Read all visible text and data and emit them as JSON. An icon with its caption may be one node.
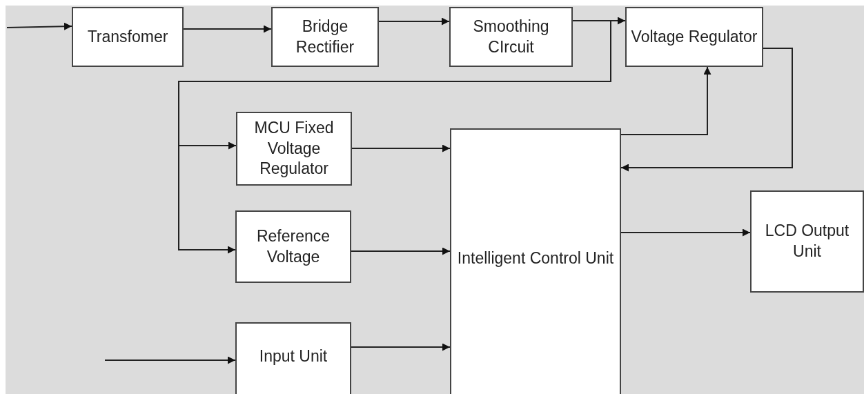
{
  "diagram": {
    "nodes": [
      {
        "text": [
          "Transfomer"
        ]
      },
      {
        "text": [
          "Bridge Rectifier"
        ]
      },
      {
        "text": [
          "Smoothing CIrcuit"
        ]
      },
      {
        "text": [
          "Voltage Regulator"
        ]
      },
      {
        "text": [
          "MCU Fixed Voltage Regulator"
        ]
      },
      {
        "text": [
          "Reference Voltage"
        ]
      },
      {
        "text": [
          "Input Unit"
        ]
      },
      {
        "text": [
          "Intelligent Control Unit"
        ]
      },
      {
        "text": [
          "LCD Output Unit"
        ]
      }
    ],
    "edges": [
      {
        "from": null,
        "to": 0,
        "arrow": "to"
      },
      {
        "from": 0,
        "to": 1,
        "arrow": "to"
      },
      {
        "from": 1,
        "to": 2,
        "arrow": "to"
      },
      {
        "from": 2,
        "to": 3,
        "arrow": "to"
      },
      {
        "from": 2,
        "to": 4,
        "arrow": "to"
      },
      {
        "from": 2,
        "to": 5,
        "arrow": "to"
      },
      {
        "from": 4,
        "to": 7,
        "arrow": "to"
      },
      {
        "from": 5,
        "to": 7,
        "arrow": "to"
      },
      {
        "from": null,
        "to": 6,
        "arrow": "to"
      },
      {
        "from": 6,
        "to": 7,
        "arrow": "to"
      },
      {
        "from": 7,
        "to": 3,
        "arrow": "to"
      },
      {
        "from": 3,
        "to": 7,
        "arrow": "to"
      },
      {
        "from": 7,
        "to": 8,
        "arrow": "to"
      }
    ]
  }
}
